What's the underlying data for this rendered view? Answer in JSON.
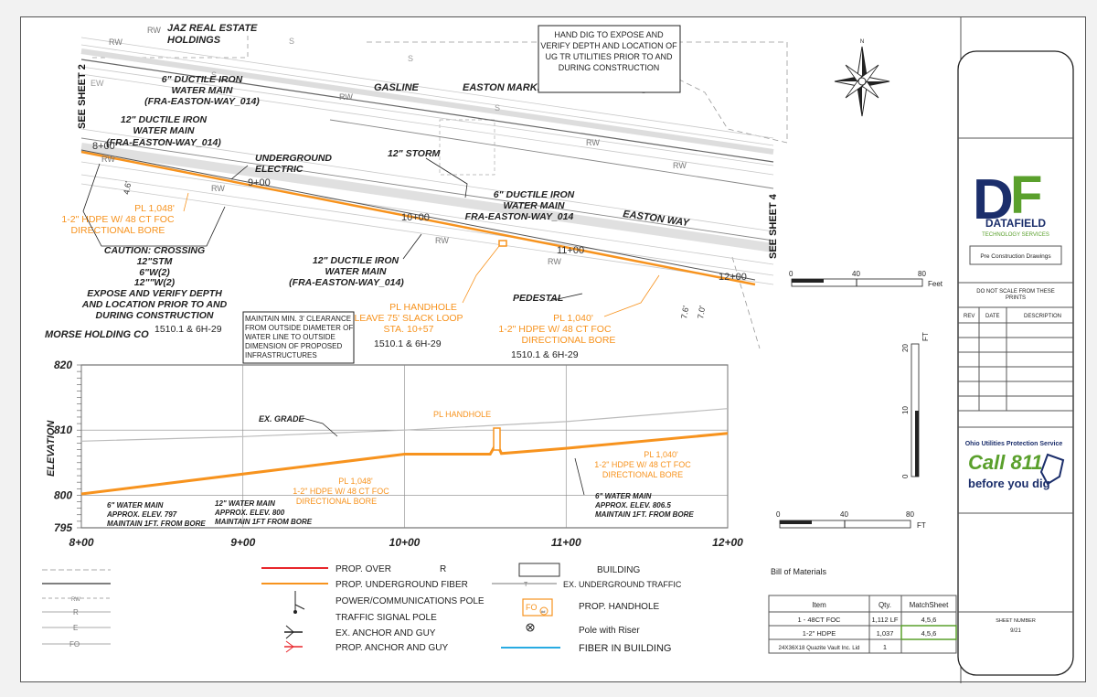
{
  "plan": {
    "owner_jaz": "JAZ REAL ESTATE",
    "owner_jaz_2": "HOLDINGS",
    "easton_market": "EASTON MARKET LLC",
    "morse": "MORSE HOLDING CO",
    "gasline": "GASLINE",
    "wm1_l1": "6\" DUCTILE IRON",
    "wm1_l2": "WATER MAIN",
    "wm1_l3": "(FRA-EASTON-WAY_014)",
    "wm2_l1": "12\" DUCTILE IRON",
    "wm2_l2": "WATER MAIN",
    "wm2_l3": "(FRA-EASTON-WAY_014)",
    "ug_elec_l1": "UNDERGROUND",
    "ug_elec_l2": "ELECTRIC",
    "storm": "12\" STORM",
    "wm3_l1": "6\" DUCTILE IRON",
    "wm3_l2": "WATER MAIN",
    "wm3_l3": "FRA-EASTON-WAY_014",
    "street": "EASTON WAY",
    "wm4_l1": "12\" DUCTILE IRON",
    "wm4_l2": "WATER MAIN",
    "wm4_l3": "(FRA-EASTON-WAY_014)",
    "bore1_l1": "PL 1,048'",
    "bore1_l2": "1-2\" HDPE W/ 48 CT FOC",
    "bore1_l3": "DIRECTIONAL BORE",
    "caution_l1": "CAUTION: CROSSING",
    "caution_l2": "12\"STM",
    "caution_l3": "6\"W(2)",
    "caution_l4": "12\"\"W(2)",
    "caution_l5": "EXPOSE AND VERIFY DEPTH",
    "caution_l6": "AND LOCATION PRIOR TO AND",
    "caution_l7": "DURING CONSTRUCTION",
    "clear_l1": "MAINTAIN MIN. 3' CLEARANCE",
    "clear_l2": "FROM OUTSIDE DIAMETER OF",
    "clear_l3": "WATER LINE TO OUTSIDE",
    "clear_l4": "DIMENSION OF PROPOSED",
    "clear_l5": "INFRASTRUCTURES",
    "hh_l1": "PL HANDHOLE",
    "hh_l2": "LEAVE 75' SLACK LOOP",
    "hh_l3": "STA. 10+57",
    "pedestal": "PEDESTAL",
    "bore2_l1": "PL 1,040'",
    "bore2_l2": "1-2\" HDPE W/ 48 CT FOC",
    "bore2_l3": "DIRECTIONAL BORE",
    "ref1": "1510.1 & 6H-29",
    "ref2": "1510.1 & 6H-29",
    "ref3": "1510.1 & 6H-29",
    "hand_dig_l1": "HAND DIG TO EXPOSE AND",
    "hand_dig_l2": "VERIFY DEPTH AND LOCATION OF",
    "hand_dig_l3": "UG TR UTILITIES PRIOR TO AND",
    "hand_dig_l4": "DURING CONSTRUCTION",
    "see_sheet_2": "SEE SHEET 2",
    "see_sheet_4": "SEE SHEET 4",
    "sta_800": "8+00",
    "sta_900": "9+00",
    "sta_1000": "10+00",
    "sta_1100": "11+00",
    "sta_1200": "12+00",
    "dim_46": "4.6'",
    "dim_76": "7.6'",
    "dim_70": "7.0'",
    "rw": "RW",
    "s": "S",
    "ew": "EW",
    "compass_n": "N"
  },
  "scale_bars": {
    "top_0": "0",
    "top_40": "40",
    "top_80": "80",
    "top_unit": "Feet",
    "vert_0": "0",
    "vert_10": "10",
    "vert_20": "20",
    "vert_unit": "FT",
    "bottom_0": "0",
    "bottom_40": "40",
    "bottom_80": "80",
    "bottom_unit": "FT"
  },
  "profile": {
    "ylabel": "ELEVATION",
    "ex_grade": "EX. GRADE",
    "handhole": "PL HANDHOLE",
    "bore1_l1": "PL 1,048'",
    "bore1_l2": "1-2\" HDPE W/ 48 CT FOC",
    "bore1_l3": "DIRECTIONAL BORE",
    "bore2_l1": "PL 1,040'",
    "bore2_l2": "1-2\" HDPE W/ 48 CT FOC",
    "bore2_l3": "DIRECTIONAL BORE",
    "wm797_l1": "6\" WATER MAIN",
    "wm797_l2": "APPROX. ELEV. 797",
    "wm797_l3": "MAINTAIN 1FT. FROM BORE",
    "wm800_l1": "12\" WATER MAIN",
    "wm800_l2": "APPROX. ELEV. 800",
    "wm800_l3": "MAINTAIN 1FT FROM BORE",
    "wm806_l1": "6\" WATER MAIN",
    "wm806_l2": "APPROX. ELEV. 806.5",
    "wm806_l3": "MAINTAIN 1FT. FROM BORE"
  },
  "profile_data": {
    "x_ticks": [
      "8+00",
      "9+00",
      "10+00",
      "11+00",
      "12+00"
    ],
    "y_ticks": [
      "795",
      "800",
      "810",
      "820"
    ],
    "x_range": [
      800,
      1200
    ],
    "y_range": [
      795,
      820
    ],
    "y_tick_values": [
      795,
      800,
      810,
      820
    ],
    "grade": [
      [
        800,
        808.3
      ],
      [
        900,
        809.0
      ],
      [
        1000,
        810.0
      ],
      [
        1100,
        811.3
      ],
      [
        1200,
        813.3
      ]
    ],
    "fiber": [
      [
        800,
        800.2
      ],
      [
        1000,
        806.3
      ],
      [
        1053,
        806.3
      ],
      [
        1057,
        808.0
      ],
      [
        1060,
        806.4
      ],
      [
        1100,
        807.2
      ],
      [
        1200,
        809.5
      ]
    ],
    "fiber_color": "#f7931e",
    "grade_color": "#bbbbbb"
  },
  "legend": {
    "prop_over": "PROP. OVER",
    "r": "R",
    "prop_ug_fiber": "PROP. UNDERGROUND FIBER",
    "power_pole": "POWER/COMMUNICATIONS POLE",
    "traffic_pole": "TRAFFIC SIGNAL POLE",
    "ex_anchor": "EX. ANCHOR AND GUY",
    "prop_anchor": "PROP. ANCHOR AND GUY",
    "building": "BUILDING",
    "ex_ug_traffic": "EX. UNDERGROUND TRAFFIC",
    "t": "T",
    "prop_handhole": "PROP. HANDHOLE",
    "fo": "FO",
    "fo_sub": "##",
    "pole_riser": "Pole with Riser",
    "fiber_building": "FIBER IN BUILDING",
    "rw": "RW",
    "r_code": "R",
    "e_code": "E",
    "fo_code": "FO",
    "red": "#e8262b",
    "orange": "#f7931e",
    "blue": "#29abe2"
  },
  "bom": {
    "title": "Bill of Materials",
    "headers": [
      "Item",
      "Qty.",
      "MatchSheet"
    ],
    "rows": [
      [
        "1 - 48CT FOC",
        "1,112 LF",
        "4,5,6"
      ],
      [
        "1-2\" HDPE",
        "1,037",
        "4,5,6"
      ],
      [
        "24X36X18 Quazite Vault Inc. Lid",
        "1",
        ""
      ]
    ]
  },
  "title_block": {
    "logo_d": "D",
    "logo_f": "F",
    "company": "DATAFIELD",
    "company_sub": "TECHNOLOGY SERVICES",
    "pre_construction": "Pre Construction Drawings",
    "do_not_scale_l1": "DO NOT SCALE FROM THESE",
    "do_not_scale_l2": "PRINTS",
    "rev": "REV",
    "date": "DATE",
    "description": "DESCRIPTION",
    "oups": "Ohio Utilities Protection Service",
    "call": "Call 811",
    "before": "before you dig",
    "sheet_number": "SHEET NUMBER",
    "sheet_value": "9/21",
    "navy": "#1b2e6b",
    "green": "#5aa02c"
  }
}
